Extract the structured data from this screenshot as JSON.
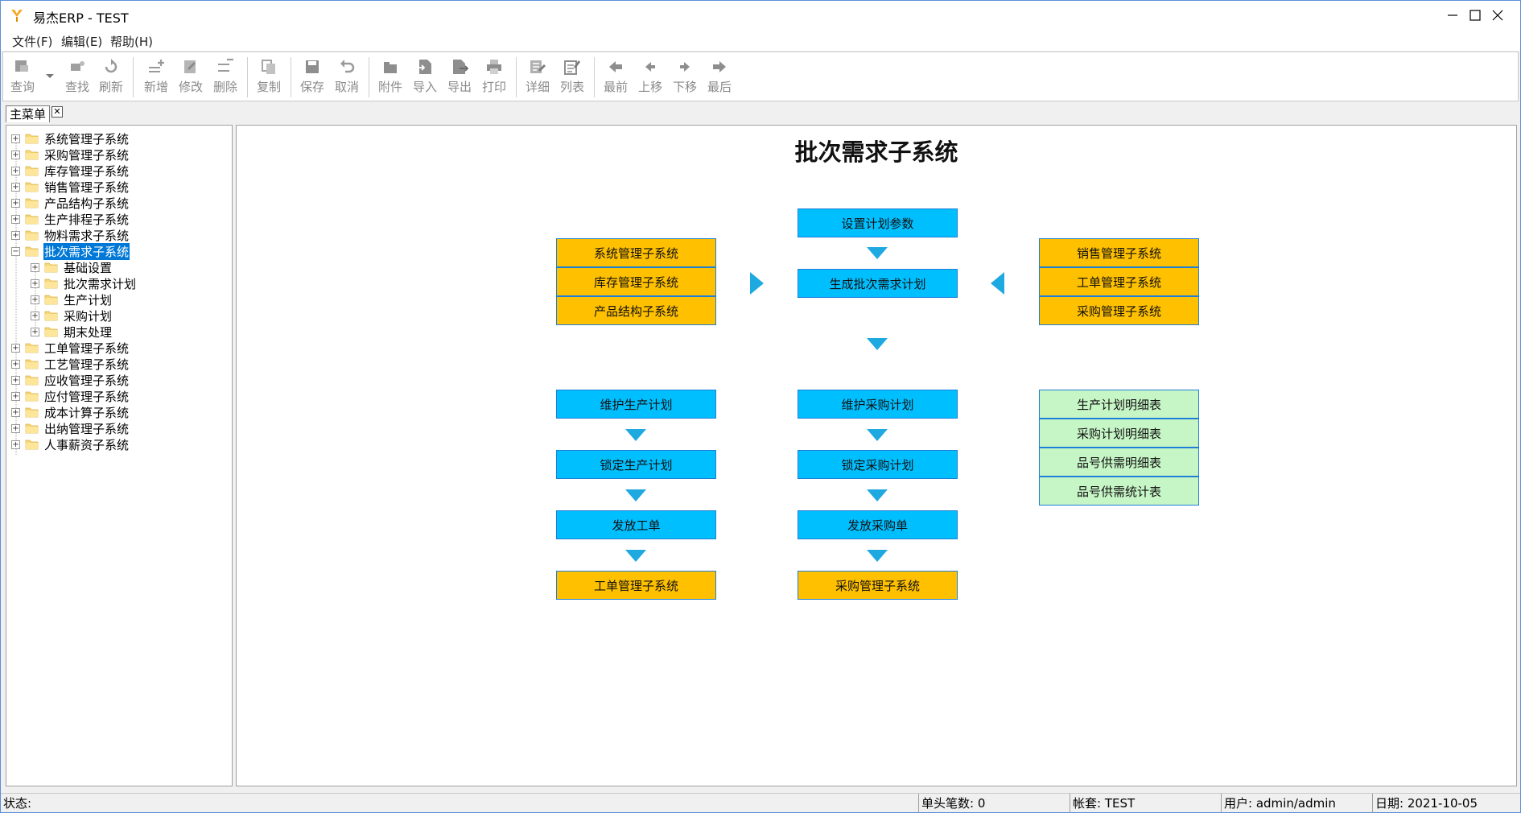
{
  "window": {
    "title": "易杰ERP - TEST"
  },
  "menu": [
    {
      "label": "文件(F)"
    },
    {
      "label": "编辑(E)"
    },
    {
      "label": "帮助(H)"
    }
  ],
  "toolbar": [
    {
      "label": "查询",
      "icon": "query-icon"
    },
    {
      "label": "查找",
      "icon": "find-icon"
    },
    {
      "label": "刷新",
      "icon": "refresh-icon"
    },
    {
      "label": "新增",
      "icon": "add-icon"
    },
    {
      "label": "修改",
      "icon": "edit-icon"
    },
    {
      "label": "删除",
      "icon": "delete-icon"
    },
    {
      "label": "复制",
      "icon": "copy-icon"
    },
    {
      "label": "保存",
      "icon": "save-icon"
    },
    {
      "label": "取消",
      "icon": "undo-icon"
    },
    {
      "label": "附件",
      "icon": "attachment-icon"
    },
    {
      "label": "导入",
      "icon": "import-icon"
    },
    {
      "label": "导出",
      "icon": "export-icon"
    },
    {
      "label": "打印",
      "icon": "print-icon"
    },
    {
      "label": "详细",
      "icon": "detail-icon"
    },
    {
      "label": "列表",
      "icon": "list-icon"
    },
    {
      "label": "最前",
      "icon": "first-icon"
    },
    {
      "label": "上移",
      "icon": "prev-icon"
    },
    {
      "label": "下移",
      "icon": "next-icon"
    },
    {
      "label": "最后",
      "icon": "last-icon"
    }
  ],
  "tab": {
    "label": "主菜单",
    "close": "✕"
  },
  "tree": [
    {
      "label": "系统管理子系统",
      "level": 0,
      "expanded": false
    },
    {
      "label": "采购管理子系统",
      "level": 0,
      "expanded": false
    },
    {
      "label": "库存管理子系统",
      "level": 0,
      "expanded": false
    },
    {
      "label": "销售管理子系统",
      "level": 0,
      "expanded": false
    },
    {
      "label": "产品结构子系统",
      "level": 0,
      "expanded": false
    },
    {
      "label": "生产排程子系统",
      "level": 0,
      "expanded": false
    },
    {
      "label": "物料需求子系统",
      "level": 0,
      "expanded": false
    },
    {
      "label": "批次需求子系统",
      "level": 0,
      "expanded": true,
      "selected": true
    },
    {
      "label": "基础设置",
      "level": 1,
      "expanded": false
    },
    {
      "label": "批次需求计划",
      "level": 1,
      "expanded": false
    },
    {
      "label": "生产计划",
      "level": 1,
      "expanded": false
    },
    {
      "label": "采购计划",
      "level": 1,
      "expanded": false
    },
    {
      "label": "期末处理",
      "level": 1,
      "expanded": false
    },
    {
      "label": "工单管理子系统",
      "level": 0,
      "expanded": false
    },
    {
      "label": "工艺管理子系统",
      "level": 0,
      "expanded": false
    },
    {
      "label": "应收管理子系统",
      "level": 0,
      "expanded": false
    },
    {
      "label": "应付管理子系统",
      "level": 0,
      "expanded": false
    },
    {
      "label": "成本计算子系统",
      "level": 0,
      "expanded": false
    },
    {
      "label": "出纳管理子系统",
      "level": 0,
      "expanded": false
    },
    {
      "label": "人事薪资子系统",
      "level": 0,
      "expanded": false
    }
  ],
  "diagram": {
    "title": "批次需求子系统",
    "left_inputs": [
      "系统管理子系统",
      "库存管理子系统",
      "产品结构子系统"
    ],
    "right_inputs": [
      "销售管理子系统",
      "工单管理子系统",
      "采购管理子系统"
    ],
    "center": [
      "设置计划参数",
      "生成批次需求计划"
    ],
    "production": [
      "维护生产计划",
      "锁定生产计划",
      "发放工单",
      "工单管理子系统"
    ],
    "purchase": [
      "维护采购计划",
      "锁定采购计划",
      "发放采购单",
      "采购管理子系统"
    ],
    "reports": [
      "生产计划明细表",
      "采购计划明细表",
      "品号供需明细表",
      "品号供需统计表"
    ]
  },
  "status": {
    "state_label": "状态:",
    "count": "单头笔数: 0",
    "account": "帐套: TEST",
    "user": "用户: admin/admin",
    "date": "日期: 2021-10-05"
  },
  "colors": {
    "blue_box": "#00bfff",
    "orange_box": "#ffc000",
    "green_box": "#c6f5c6",
    "arrow": "#1fa9e1",
    "selection": "#0078d7"
  }
}
